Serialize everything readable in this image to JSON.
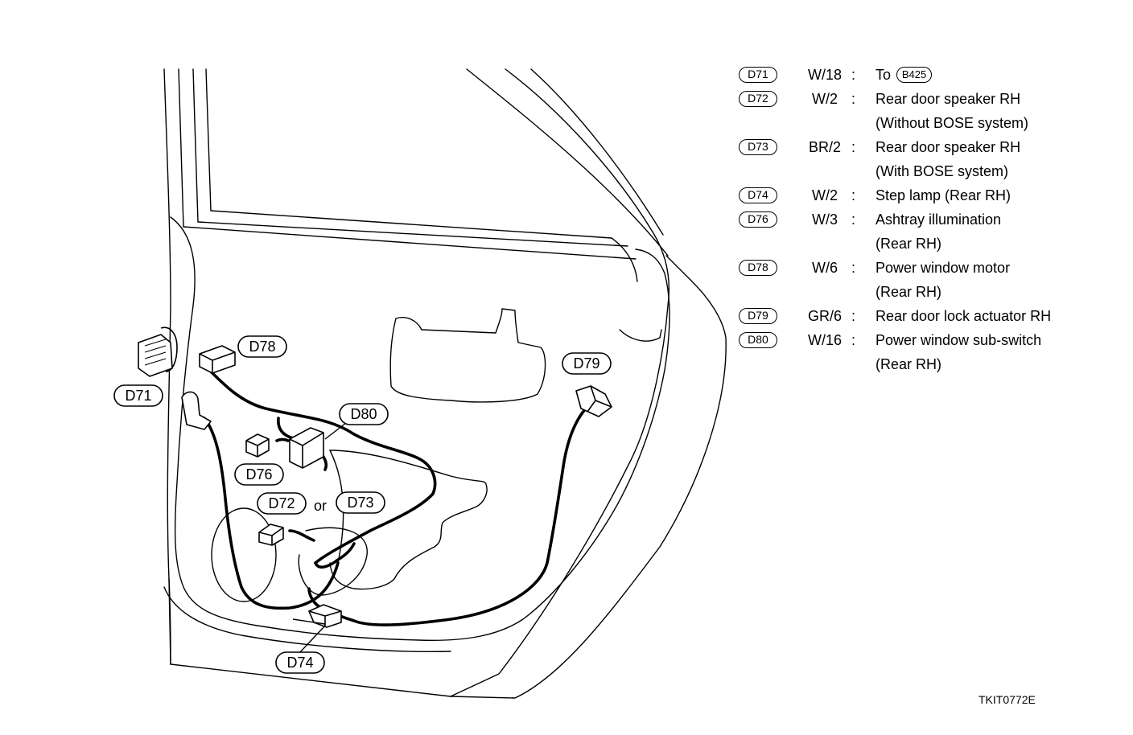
{
  "diagram": {
    "callouts": {
      "d71": "D71",
      "d72": "D72",
      "d73": "D73",
      "d74": "D74",
      "d76": "D76",
      "d78": "D78",
      "d79": "D79",
      "d80": "D80"
    },
    "or_label": "or",
    "figure_code": "TKIT0772E"
  },
  "legend": [
    {
      "connector": "D71",
      "wire": "W/18",
      "colon": ":",
      "description": "To",
      "ref": "B425"
    },
    {
      "connector": "D72",
      "wire": "W/2",
      "colon": ":",
      "description": "Rear door speaker RH"
    },
    {
      "connector": "",
      "wire": "",
      "colon": "",
      "description": "(Without BOSE system)"
    },
    {
      "connector": "D73",
      "wire": "BR/2",
      "colon": ":",
      "description": "Rear door speaker RH"
    },
    {
      "connector": "",
      "wire": "",
      "colon": "",
      "description": "(With BOSE system)"
    },
    {
      "connector": "D74",
      "wire": "W/2",
      "colon": ":",
      "description": "Step lamp (Rear RH)"
    },
    {
      "connector": "D76",
      "wire": "W/3",
      "colon": ":",
      "description": "Ashtray illumination"
    },
    {
      "connector": "",
      "wire": "",
      "colon": "",
      "description": "(Rear RH)"
    },
    {
      "connector": "D78",
      "wire": "W/6",
      "colon": ":",
      "description": "Power window motor"
    },
    {
      "connector": "",
      "wire": "",
      "colon": "",
      "description": "(Rear RH)"
    },
    {
      "connector": "D79",
      "wire": "GR/6",
      "colon": ":",
      "description": "Rear door lock actuator RH"
    },
    {
      "connector": "D80",
      "wire": "W/16",
      "colon": ":",
      "description": "Power window sub-switch"
    },
    {
      "connector": "",
      "wire": "",
      "colon": "",
      "description": "(Rear RH)"
    }
  ]
}
